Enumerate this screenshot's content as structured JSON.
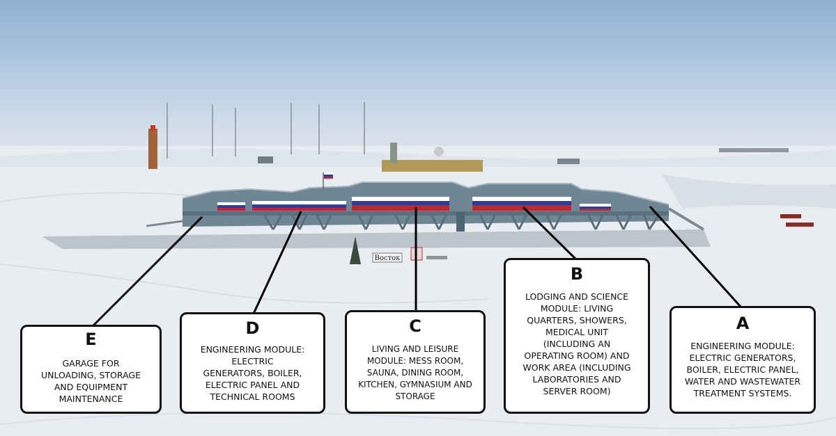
{
  "sign_text": "Восток",
  "colors": {
    "module_body": "#6f8795",
    "flag_blue": "#2a3f9c",
    "flag_red": "#c2262e",
    "card_border": "#111111",
    "snow": "#eaeef2"
  },
  "modules": [
    {
      "letter": "E",
      "description": "GARAGE FOR\nUNLOADING, STORAGE\nAND EQUIPMENT\nMAINTENANCE"
    },
    {
      "letter": "D",
      "description": "ENGINEERING MODULE:\nELECTRIC\nGENERATORS, BOILER,\nELECTRIC PANEL AND\nTECHNICAL ROOMS"
    },
    {
      "letter": "C",
      "description": "LIVING AND LEISURE\nMODULE: MESS ROOM,\nSAUNA, DINING ROOM,\nKITCHEN, GYMNASIUM AND\nSTORAGE"
    },
    {
      "letter": "B",
      "description": "LODGING AND SCIENCE\nMODULE: LIVING\nQUARTERS, SHOWERS,\nMEDICAL UNIT\n(INCLUDING AN\nOPERATING ROOM) AND\nWORK AREA (INCLUDING\nLABORATORIES AND\nSERVER ROOM)"
    },
    {
      "letter": "A",
      "description": "ENGINEERING MODULE:\nELECTRIC GENERATORS,\nBOILER, ELECTRIC PANEL,\nWATER AND WASTEWATER\nTREATMENT SYSTEMS."
    }
  ]
}
